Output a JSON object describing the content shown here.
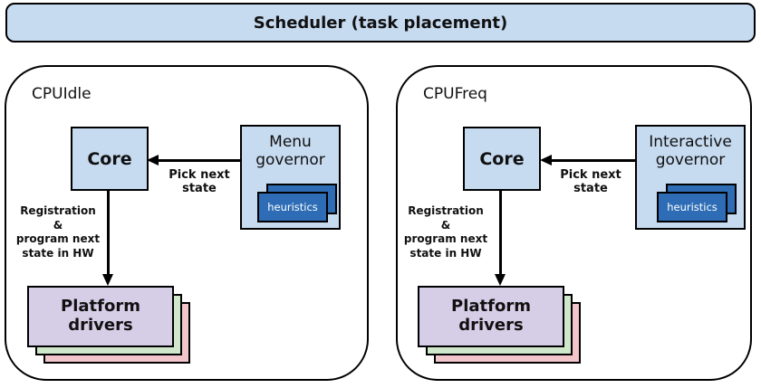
{
  "diagram": {
    "title": "Scheduler (task placement)",
    "colors": {
      "light_blue": "#c6daf0",
      "dark_blue": "#2e6db6",
      "purple": "#d6cde7",
      "green": "#cfe7ca",
      "pink": "#f2c5cb",
      "border": "#000000"
    },
    "panels": [
      {
        "label": "CPUIdle",
        "core_label": "Core",
        "governor_label": "Menu\ngovernor",
        "heuristics_label": "heuristics",
        "pick_label": "Pick next\nstate",
        "registration_label": "Registration\n&\nprogram next\nstate in HW",
        "platform_label": "Platform\ndrivers"
      },
      {
        "label": "CPUFreq",
        "core_label": "Core",
        "governor_label": "Interactive\ngovernor",
        "heuristics_label": "heuristics",
        "pick_label": "Pick next\nstate",
        "registration_label": "Registration\n&\nprogram next\nstate in HW",
        "platform_label": "Platform\ndrivers"
      }
    ]
  }
}
